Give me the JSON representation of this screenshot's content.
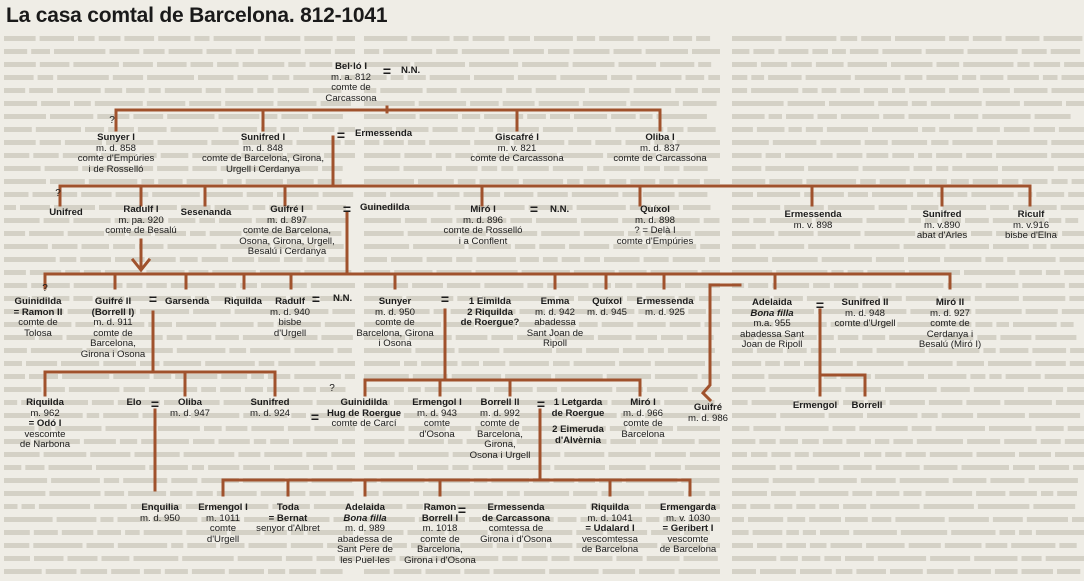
{
  "title": "La casa comtal de Barcelona. 812-1041",
  "symbols": {
    "marriage": "=",
    "unknown": "?"
  },
  "people": {
    "bello": {
      "name": "Bel·ló I",
      "lines": [
        "m. a. 812",
        "comte de",
        "Carcassona"
      ]
    },
    "nn1": {
      "name": "N.N.",
      "lines": []
    },
    "sunyer1": {
      "name": "Sunyer I",
      "lines": [
        "m. d. 858",
        "comte d'Empúries",
        "i de Rosselló"
      ]
    },
    "sunifred1": {
      "name": "Sunifred I",
      "lines": [
        "m. d. 848",
        "comte de Barcelona, Girona,",
        "Urgell i Cerdanya"
      ]
    },
    "ermessenda1": {
      "name": "Ermessenda",
      "lines": []
    },
    "giscafre": {
      "name": "Giscafré I",
      "lines": [
        "m. v. 821",
        "comte de Carcassona"
      ]
    },
    "oliba1": {
      "name": "Oliba I",
      "lines": [
        "m. d. 837",
        "comte de Carcassona"
      ]
    },
    "unifred": {
      "name": "Unifred",
      "lines": []
    },
    "radulf1": {
      "name": "Radulf I",
      "lines": [
        "m. pa. 920",
        "comte de Besalú"
      ]
    },
    "sesenanda": {
      "name": "Sesenanda",
      "lines": []
    },
    "guifre1": {
      "name": "Guifré I",
      "lines": [
        "m. d. 897",
        "comte de Barcelona,",
        "Osona, Girona, Urgell,",
        "Besalú i Cerdanya"
      ]
    },
    "guinedilda": {
      "name": "Guinedilda",
      "lines": []
    },
    "miro1": {
      "name": "Miró I",
      "lines": [
        "m. d. 896",
        "comte de Rosselló",
        "i a Conflent"
      ]
    },
    "nn2": {
      "name": "N.N.",
      "lines": []
    },
    "quixol1": {
      "name": "Quíxol",
      "lines": [
        "m. d. 898",
        "? = Delà I",
        "comte d'Empúries"
      ]
    },
    "ermessenda2": {
      "name": "Ermessenda",
      "lines": [
        "m. v. 898"
      ]
    },
    "sunifred_arles": {
      "name": "Sunifred",
      "lines": [
        "m. v.890",
        "abat d'Arles"
      ]
    },
    "riculf": {
      "name": "Riculf",
      "lines": [
        "m. v.916",
        "bisbe d'Elna"
      ]
    },
    "guinidilda1": {
      "name": "Guinidilda",
      "lines": [
        "= Ramon II",
        "comte de",
        "Tolosa"
      ]
    },
    "guifre2": {
      "name": "Guifré II",
      "lines": [
        "(Borrell I)",
        "m. d. 911",
        "comte de",
        "Barcelona,",
        "Girona i Osona"
      ]
    },
    "garsenda": {
      "name": "Garsenda",
      "lines": []
    },
    "riquilda1": {
      "name": "Riquilda",
      "lines": []
    },
    "radulf2": {
      "name": "Radulf",
      "lines": [
        "m. d. 940",
        "bisbe",
        "d'Urgell"
      ]
    },
    "nn3": {
      "name": "N.N.",
      "lines": []
    },
    "sunyer": {
      "name": "Sunyer",
      "lines": [
        "m. d. 950",
        "comte de",
        "Barcelona, Girona",
        "i Osona"
      ]
    },
    "eimilda": {
      "name": "",
      "lines": [
        "1 Eimilda",
        "2 Riquilda",
        "de Roergue?"
      ]
    },
    "emma": {
      "name": "Emma",
      "lines": [
        "m. d. 942",
        "abadessa",
        "Sant Joan de",
        "Ripoll"
      ]
    },
    "quixol2": {
      "name": "Quíxol",
      "lines": [
        "m. d. 945"
      ]
    },
    "ermessenda3": {
      "name": "Ermessenda",
      "lines": [
        "m. d. 925"
      ]
    },
    "adelaida1": {
      "name": "Adelaida",
      "sub": "Bona filla",
      "lines": [
        "m.a. 955",
        "abadessa Sant",
        "Joan de Ripoll"
      ]
    },
    "sunifred2": {
      "name": "Sunifred II",
      "lines": [
        "m. d. 948",
        "comte d'Urgell"
      ]
    },
    "miro2": {
      "name": "Miró II",
      "lines": [
        "m. d. 927",
        "comte de",
        "Cerdanya i",
        "Besalú (Miró I)"
      ]
    },
    "riquilda2": {
      "name": "Riquilda",
      "lines": [
        "m. 962",
        "= Odó I",
        "vescomte",
        "de Narbona"
      ]
    },
    "elo": {
      "name": "Elo",
      "lines": []
    },
    "oliba2": {
      "name": "Oliba",
      "lines": [
        "m. d. 947"
      ]
    },
    "sunifred3": {
      "name": "Sunifred",
      "lines": [
        "m. d. 924"
      ]
    },
    "guinidilda2": {
      "name": "Guinidilda",
      "lines": [
        "Hug de Roergue",
        "comte de Carcí"
      ]
    },
    "ermengol1": {
      "name": "Ermengol I",
      "lines": [
        "m. d. 943",
        "comte",
        "d'Osona"
      ]
    },
    "borrell2": {
      "name": "Borrell II",
      "lines": [
        "m. d. 992",
        "comte de",
        "Barcelona,",
        "Girona,",
        "Osona i Urgell"
      ]
    },
    "letgarda": {
      "name": "",
      "lines": [
        "1 Letgarda",
        "de Roergue",
        "",
        "2 Eimeruda",
        "d'Alvèrnia"
      ]
    },
    "miro3": {
      "name": "Miró I",
      "lines": [
        "m. d. 966",
        "comte de",
        "Barcelona"
      ]
    },
    "guifre3": {
      "name": "Guifré",
      "lines": [
        "m. d. 986"
      ]
    },
    "ermengol_u": {
      "name": "Ermengol",
      "lines": []
    },
    "borrell_u": {
      "name": "Borrell",
      "lines": []
    },
    "enquilia": {
      "name": "Enquilia",
      "lines": [
        "m. d. 950"
      ]
    },
    "ermengol_i": {
      "name": "Ermengol I",
      "lines": [
        "m. 1011",
        "comte",
        "d'Urgell"
      ]
    },
    "toda": {
      "name": "Toda",
      "lines": [
        "= Bernat",
        "senyor d'Albret"
      ]
    },
    "adelaida2": {
      "name": "Adelaida",
      "sub": "Bona filla",
      "lines": [
        "m. d. 989",
        "abadessa de",
        "Sant Pere de",
        "les Puel·les"
      ]
    },
    "ramon": {
      "name": "Ramon",
      "lines": [
        "Borrell I",
        "m. 1018",
        "comte de",
        "Barcelona,",
        "Girona i d'Osona"
      ]
    },
    "ermessenda4": {
      "name": "Ermessenda",
      "lines": [
        "de Carcassona",
        "comtessa de",
        "Girona i d'Osona"
      ]
    },
    "riquilda3": {
      "name": "Riquilda",
      "lines": [
        "m. d. 1041",
        "= Udalard I",
        "vescomtessa",
        "de Barcelona"
      ]
    },
    "ermengarda": {
      "name": "Ermengarda",
      "lines": [
        "m. v. 1030",
        "= Geribert I",
        "vescomte",
        "de Barcelona"
      ]
    }
  }
}
